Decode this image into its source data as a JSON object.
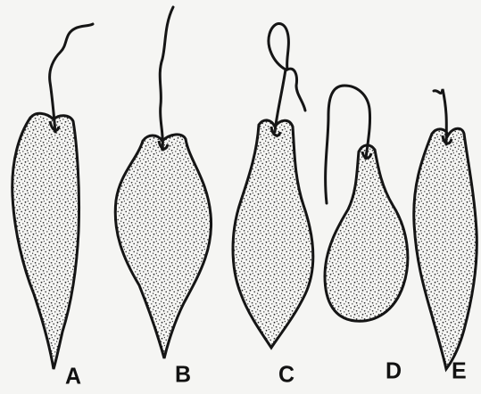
{
  "figure": {
    "background": "#f5f5f3",
    "ink_color": "#151515",
    "stipple_color": "#2a2a2a",
    "cells": [
      {
        "id": "A",
        "label": "A"
      },
      {
        "id": "B",
        "label": "B"
      },
      {
        "id": "C",
        "label": "C"
      },
      {
        "id": "D",
        "label": "D"
      },
      {
        "id": "E",
        "label": "E"
      }
    ]
  }
}
